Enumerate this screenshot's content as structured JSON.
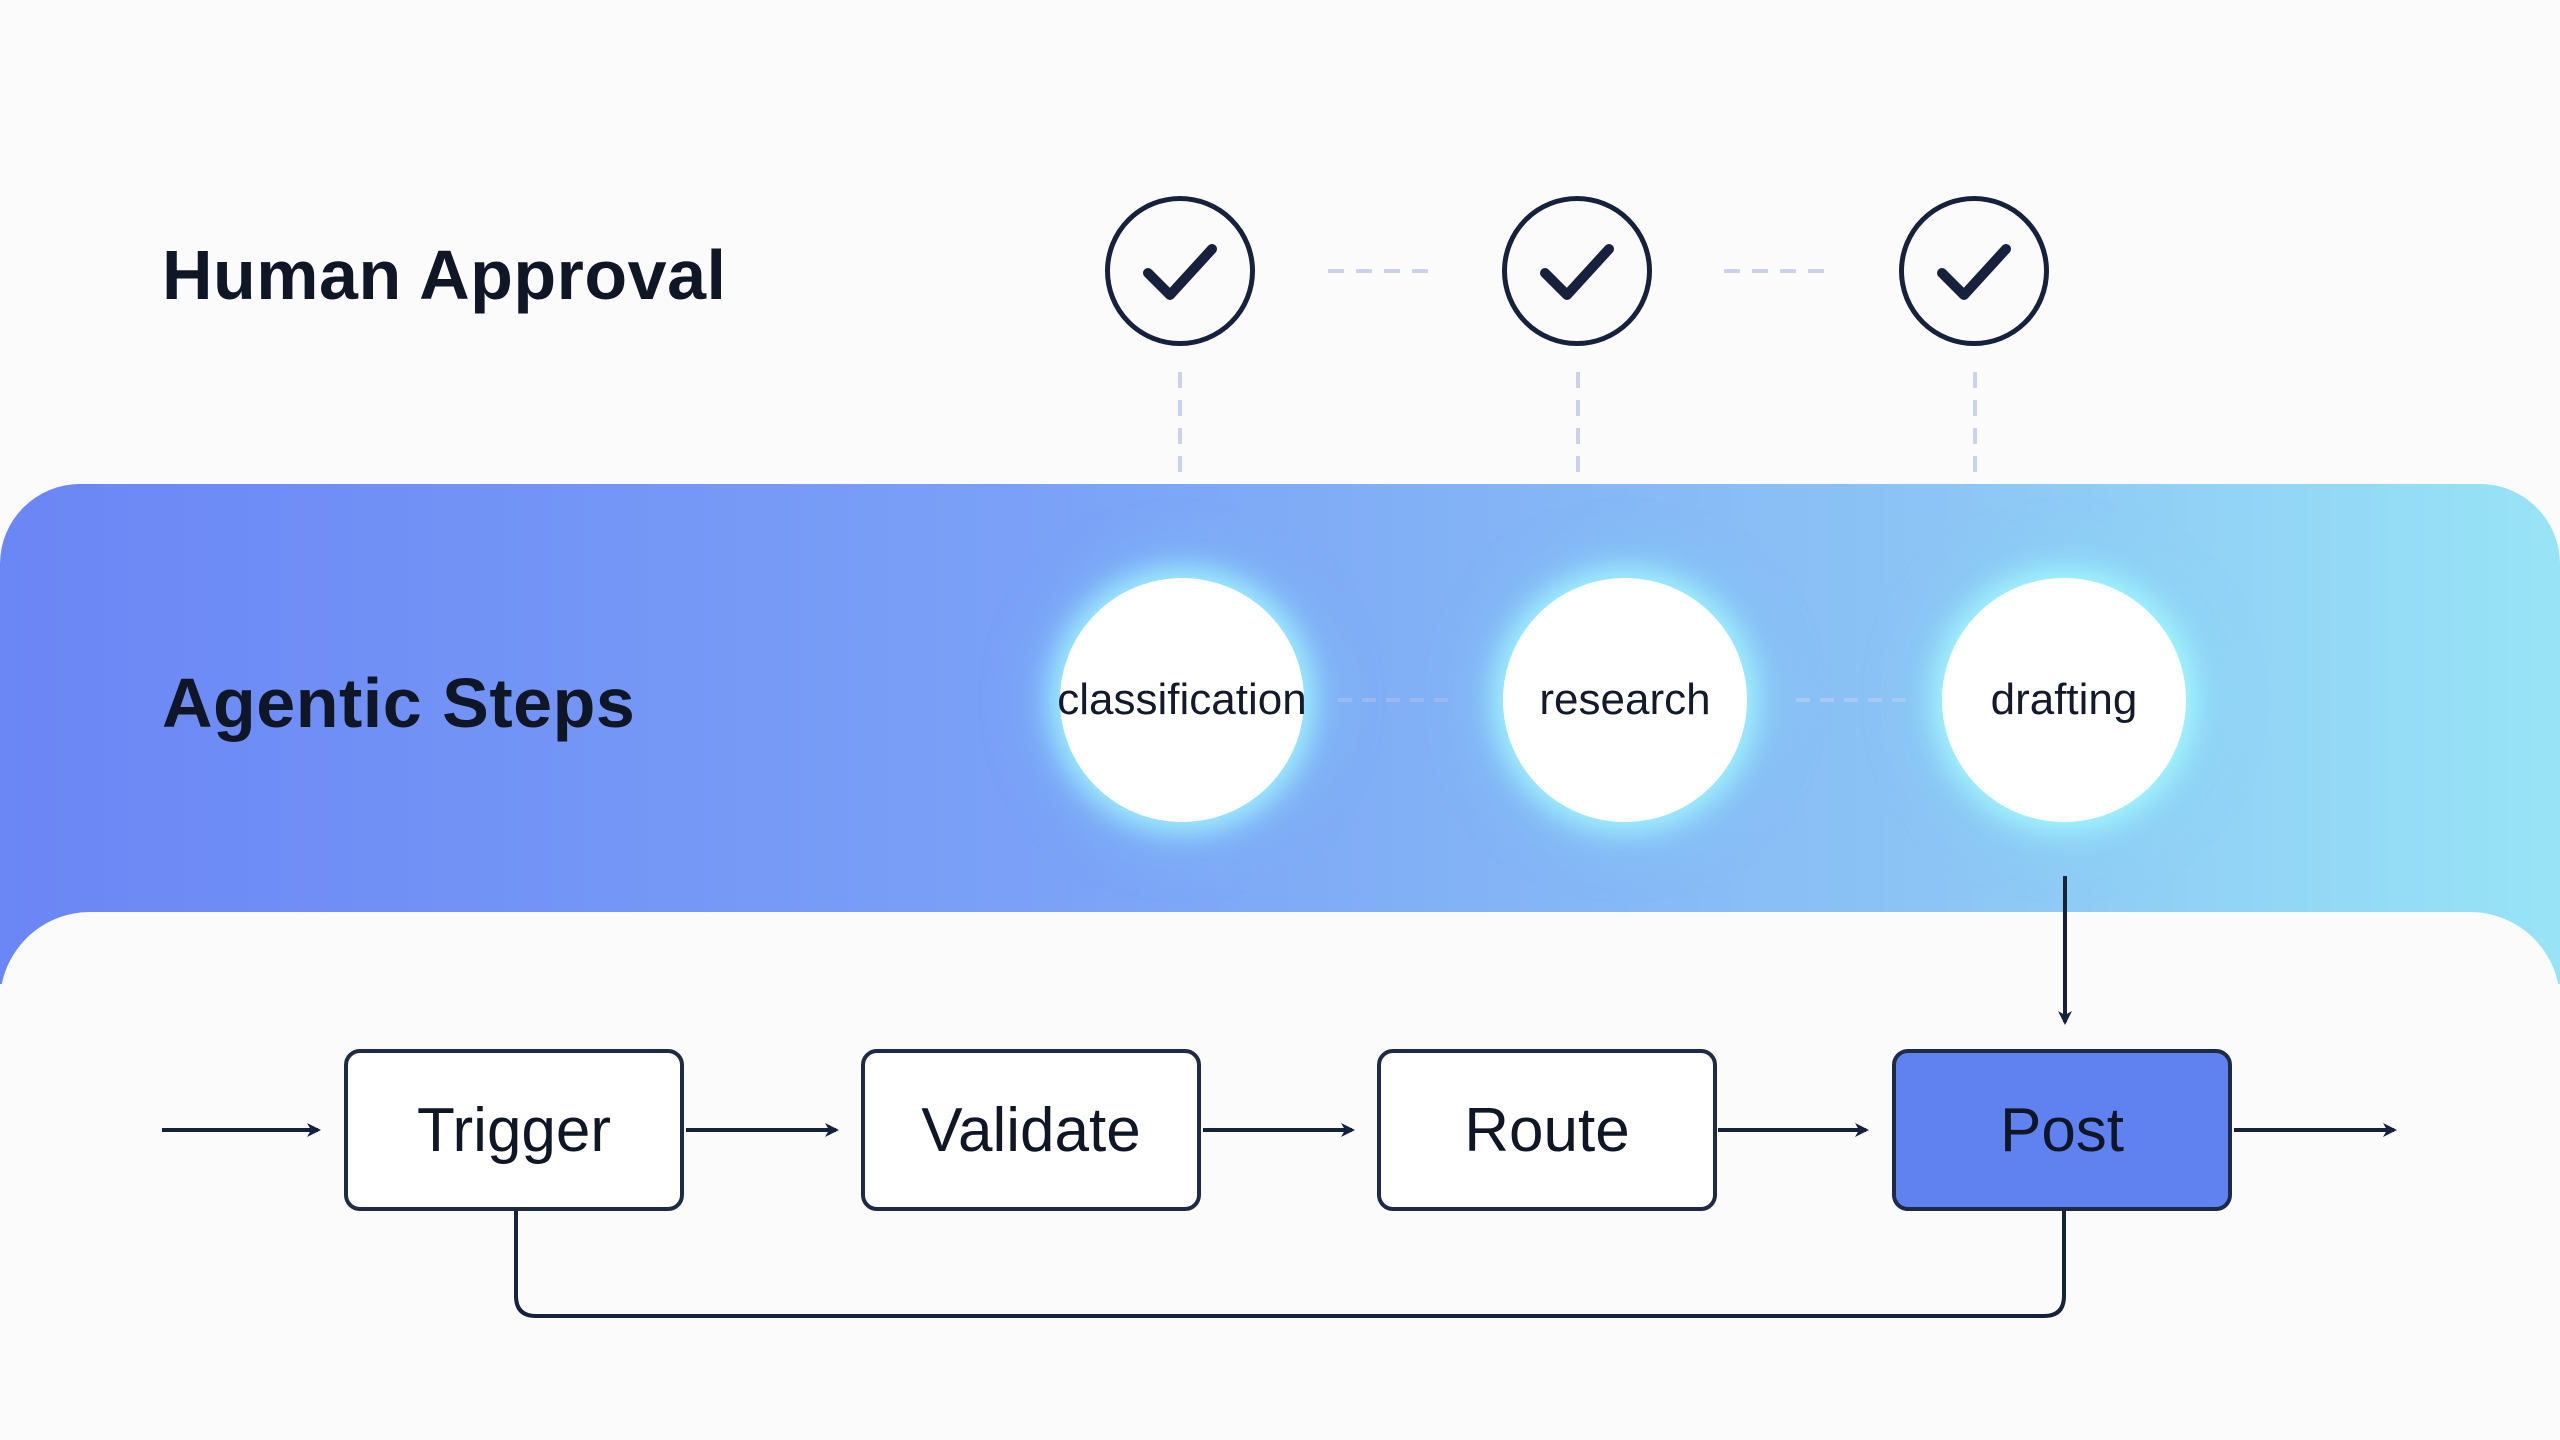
{
  "rows": {
    "human_approval": "Human Approval",
    "agentic_steps": "Agentic Steps"
  },
  "agentic_steps": [
    "classification",
    "research",
    "drafting"
  ],
  "pipeline": [
    "Trigger",
    "Validate",
    "Route",
    "Post"
  ],
  "active_step": "Post",
  "colors": {
    "ink": "#16213d",
    "band_start": "#6b86f5",
    "band_end": "#98e4f6",
    "active_node": "#5f82f0",
    "dashed": "#c9d2ea"
  },
  "icons": [
    "checkmark-circle-icon",
    "arrow-right-icon",
    "arrow-down-icon"
  ]
}
